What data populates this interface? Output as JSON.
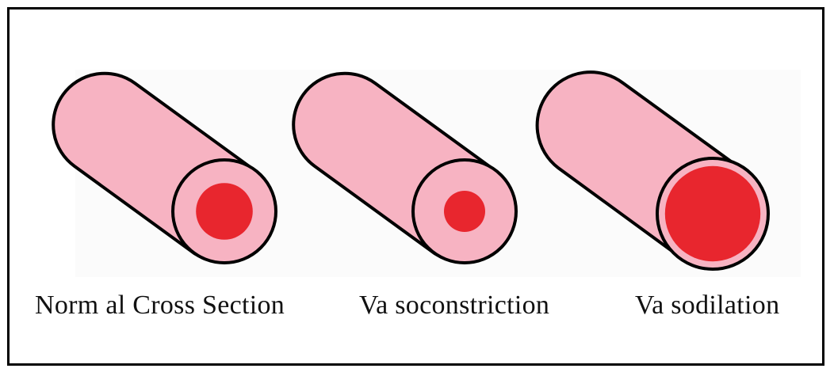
{
  "colors": {
    "wall": "#f7b3c2",
    "lumen": "#e8262e",
    "outline": "#000000",
    "background": "#ffffff"
  },
  "vessels": [
    {
      "caption": "Norm al Cross Section",
      "lumen_fraction": 0.55
    },
    {
      "caption": "Va soconstriction",
      "lumen_fraction": 0.4
    },
    {
      "caption": "Va sodilation",
      "lumen_fraction": 0.86
    }
  ]
}
